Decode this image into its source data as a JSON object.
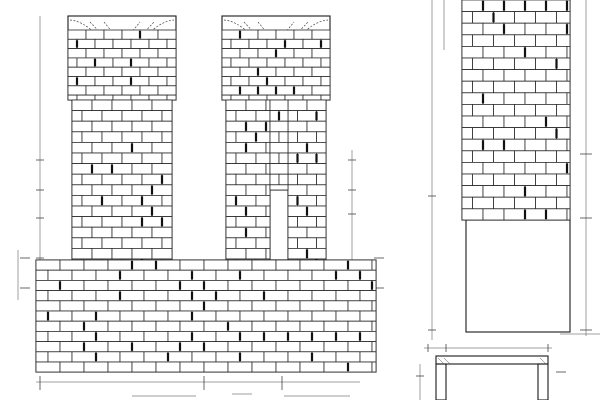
{
  "drawing": {
    "sheet": "masonry-brickwork-detail",
    "views": [
      "pillar-elevation",
      "wall-section",
      "plan-detail"
    ],
    "colors": {
      "ink": "#1a1a1a",
      "paper": "#ffffff"
    }
  }
}
